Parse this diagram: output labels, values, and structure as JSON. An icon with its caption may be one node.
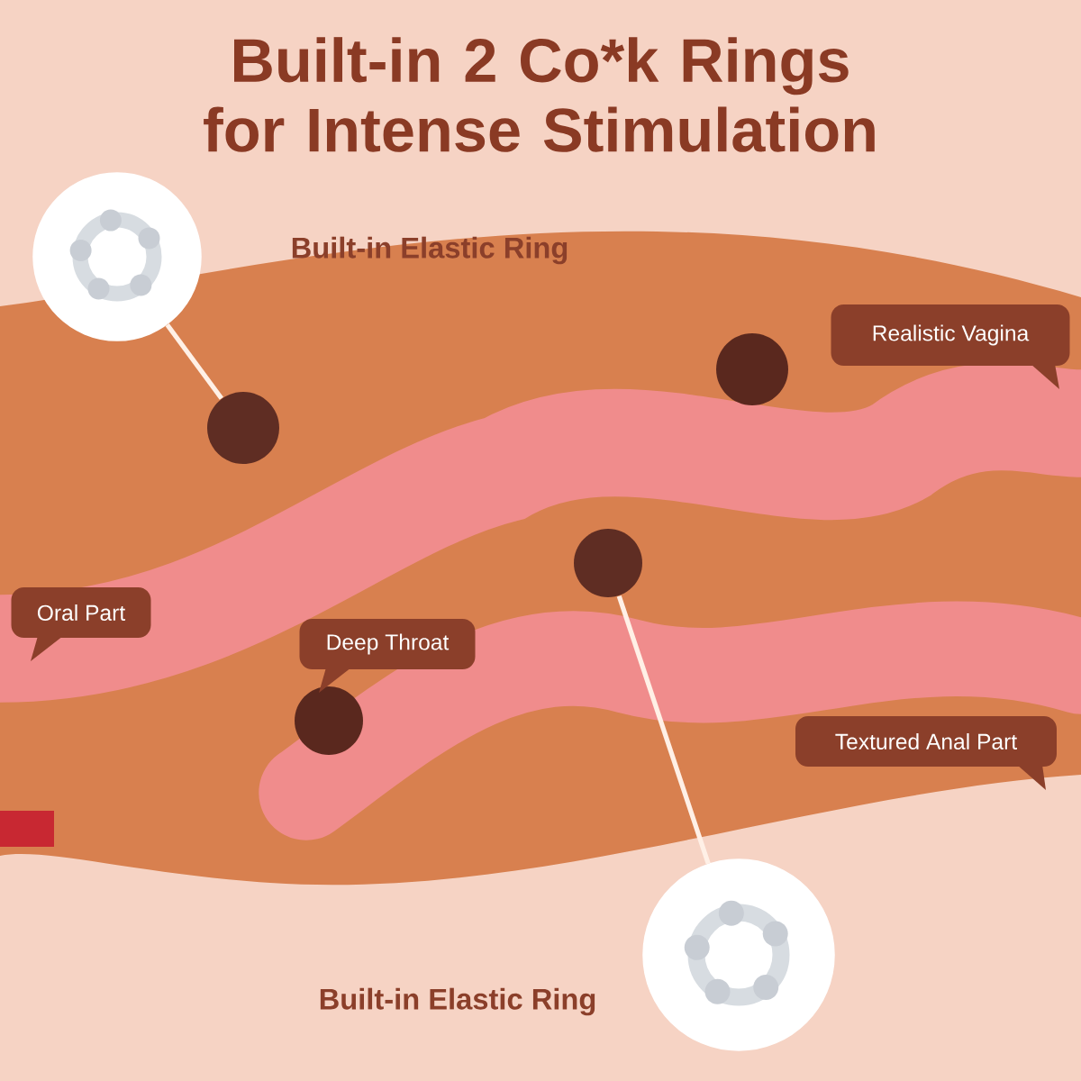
{
  "diagram": {
    "title": "Built-in 2 Co*k Rings for Intense Stimulation",
    "nodes": [
      {
        "text": [],
        "shape": "picture"
      },
      {
        "text": [],
        "shape": "circle"
      },
      {
        "text": [
          "Realistic Vagina"
        ]
      },
      {
        "text": [
          "Oral Part"
        ]
      },
      {
        "text": [
          "Deep Throat"
        ]
      },
      {
        "text": [
          "Textured Anal Part"
        ]
      },
      {
        "text": [],
        "shape": "circle"
      },
      {
        "text": [],
        "shape": "picture"
      }
    ],
    "labels": [
      "Built-in Elastic Ring",
      "Built-in Elastic Ring"
    ],
    "edges": [
      {
        "from": 0,
        "to": 1,
        "arrow": "none"
      },
      {
        "from": 7,
        "to": 6,
        "arrow": "none"
      }
    ]
  }
}
